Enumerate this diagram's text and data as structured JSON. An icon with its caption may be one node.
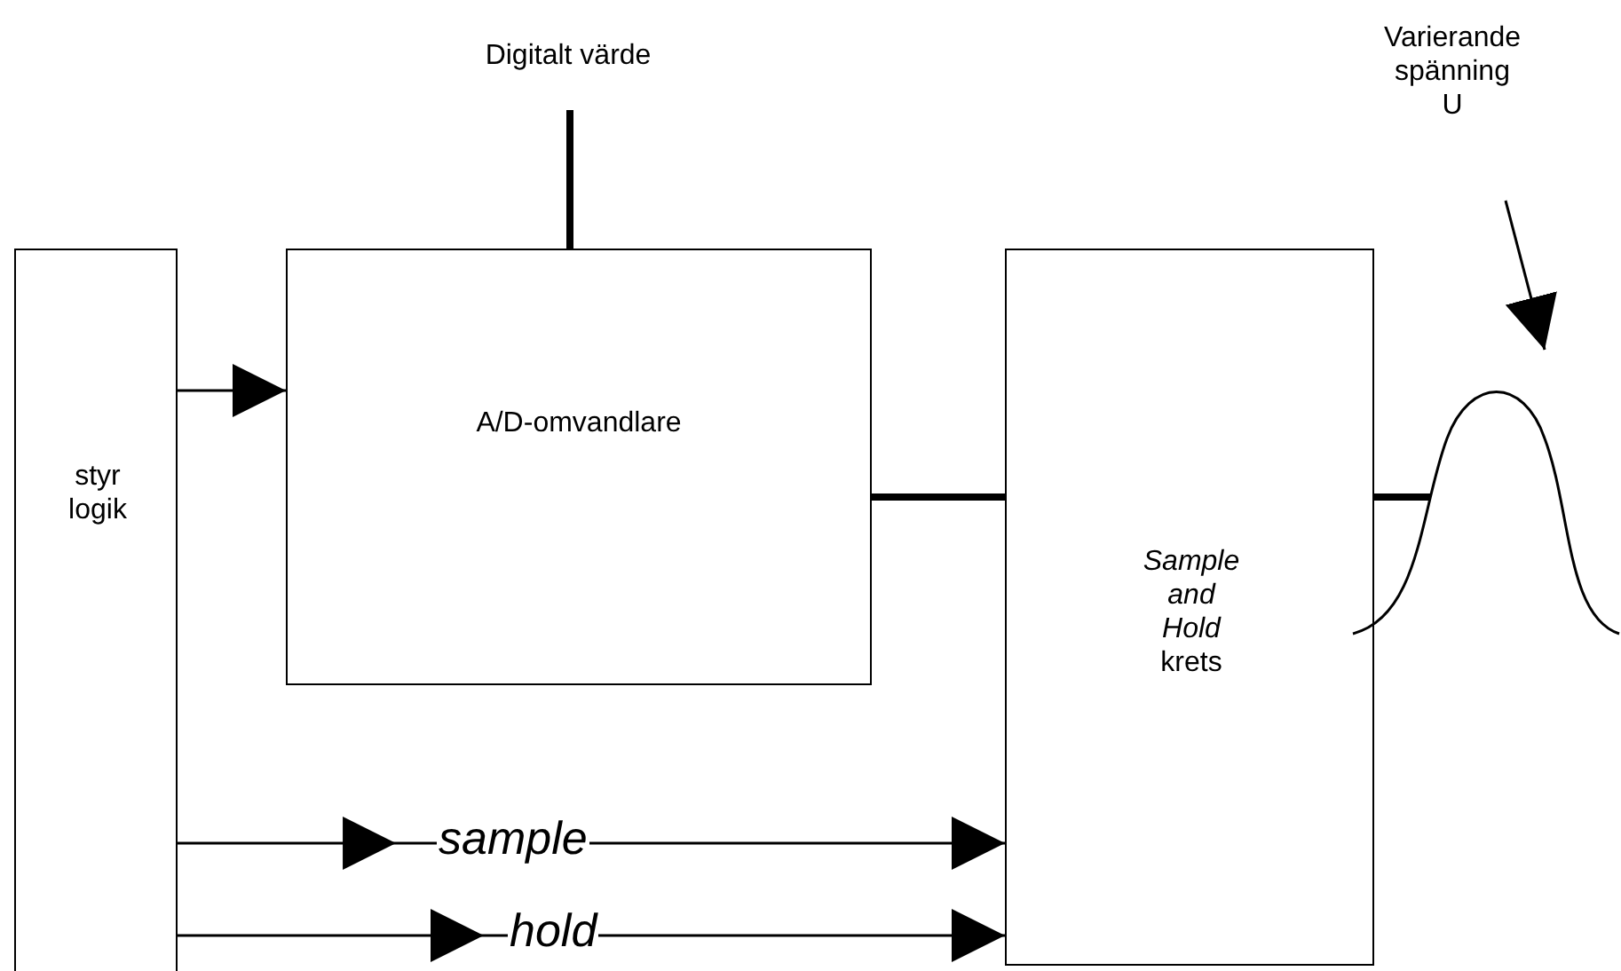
{
  "diagram": {
    "nodes": [
      {
        "text": [
          "styr logik"
        ]
      },
      {
        "text": [
          "A/D-omvandlare"
        ]
      },
      {
        "text": [
          "*Sample and Hold* krets"
        ]
      },
      {
        "text": [
          "Digitalt värde"
        ]
      },
      {
        "text": [
          "Varierande spänning U"
        ]
      },
      {
        "text": [],
        "shape": "curve"
      }
    ],
    "edges": [
      {
        "from": 3,
        "to": 1,
        "arrow": "none",
        "style": "thick"
      },
      {
        "from": 0,
        "to": 1,
        "arrow": "to"
      },
      {
        "from": 1,
        "to": 2,
        "arrow": "none",
        "style": "thick"
      },
      {
        "from": 2,
        "to": 5,
        "arrow": "none",
        "style": "thick"
      },
      {
        "from": 4,
        "to": 5,
        "arrow": "to"
      },
      {
        "from": 0,
        "to": 2,
        "label": "sample",
        "arrow": "to"
      },
      {
        "from": 0,
        "to": 2,
        "label": "hold",
        "arrow": "to"
      }
    ]
  }
}
